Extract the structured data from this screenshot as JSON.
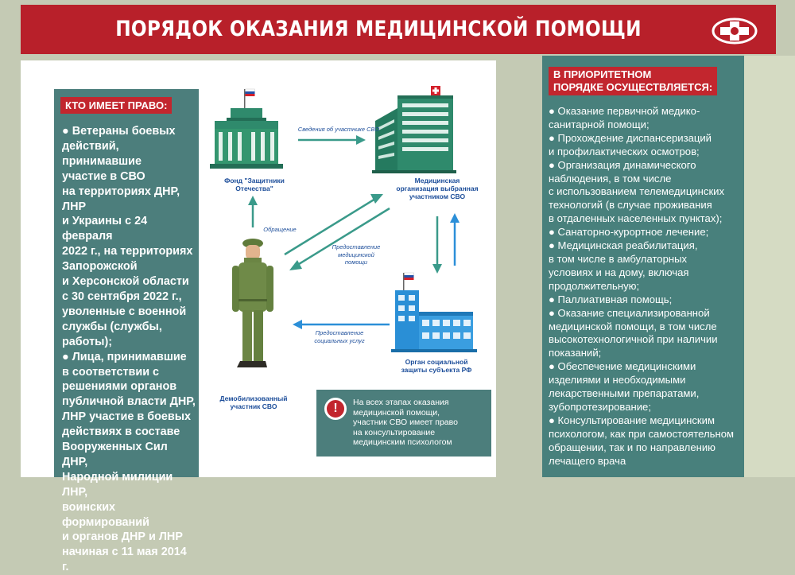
{
  "header": {
    "title": "ПОРЯДОК ОКАЗАНИЯ МЕДИЦИНСКОЙ ПОМОЩИ УЧАСТНИКАМ СВО"
  },
  "who": {
    "tag": "КТО ИМЕЕТ ПРАВО:",
    "text": "●  Ветераны боевых\nдействий, принимавшие\nучастие в СВО\nна территориях ДНР, ЛНР\nи Украины с 24 февраля\n2022 г., на территориях\nЗапорожской\nи Херсонской области\nс 30 сентября 2022 г.,\nуволенные с военной\nслужбы (службы,\nработы);\n●  Лица, принимавшие\nв соответствии с\nрешениями органов\nпубличной власти ДНР,\nЛНР участие в боевых\nдействиях в составе\nВооруженных Сил ДНР,\nНародной милиции ЛНР,\nвоинских формирований\nи органов ДНР и ЛНР\nначиная с 11 мая 2014 г."
  },
  "diagram": {
    "fund_label": "Фонд \"Защитники\nОтечества\"",
    "medorg_label": "Медицинская\nорганизация выбранная\nучастником СВО",
    "social_label": "Орган социальной\nзащиты субъекта РФ",
    "soldier_label": "Демобилизованный\nучастник СВО",
    "arrow_info": "Сведения об участнике СВО",
    "arrow_request": "Обращение",
    "arrow_medical": "Предоставление\nмедицинской\nпомощи",
    "arrow_social": "Предоставление\nсоциальных услуг"
  },
  "note": {
    "icon": "!",
    "text": "На всех этапах оказания\nмедицинской помощи,\nучастник СВО имеет право\nна консультирование\nмедицинским психологом"
  },
  "priority": {
    "tag": "В ПРИОРИТЕТНОМ\nПОРЯДКЕ ОСУЩЕСТВЛЯЕТСЯ:",
    "items": [
      "●   Оказание первичной медико-\nсанитарной помощи;",
      "●   Прохождение диспансеризаций\nи профилактических осмотров;",
      "●   Организация динамического\nнаблюдения, в том числе\nс использованием телемедицинских\nтехнологий (в случае проживания\nв отдаленных населенных пунктах);",
      "●   Санаторно-курортное лечение;",
      "●   Медицинская реабилитация,\nв том числе в амбулаторных\nусловиях и на дому, включая\nпродолжительную;",
      "●   Паллиативная помощь;",
      "●   Оказание специализированной\nмедицинской помощи, в том числе\nвысокотехнологичной при наличии\nпоказаний;",
      "●   Обеспечение медицинскими\nизделиями и необходимыми\nлекарственными препаратами,\nзубопротезирование;",
      "●   Консультирование медицинским\nпсихологом, как при самостоятельном\nобращении, так и по направлению\nлечащего врача"
    ]
  },
  "colors": {
    "banner": "#b8202a",
    "panel_teal": "#4c7e7c",
    "building_green": "#2f8a6c",
    "building_blue": "#2a8fd6",
    "arrow_teal": "#3a9a8a",
    "arrow_blue": "#2c8fd8",
    "text_blue": "#1d4e9a"
  }
}
